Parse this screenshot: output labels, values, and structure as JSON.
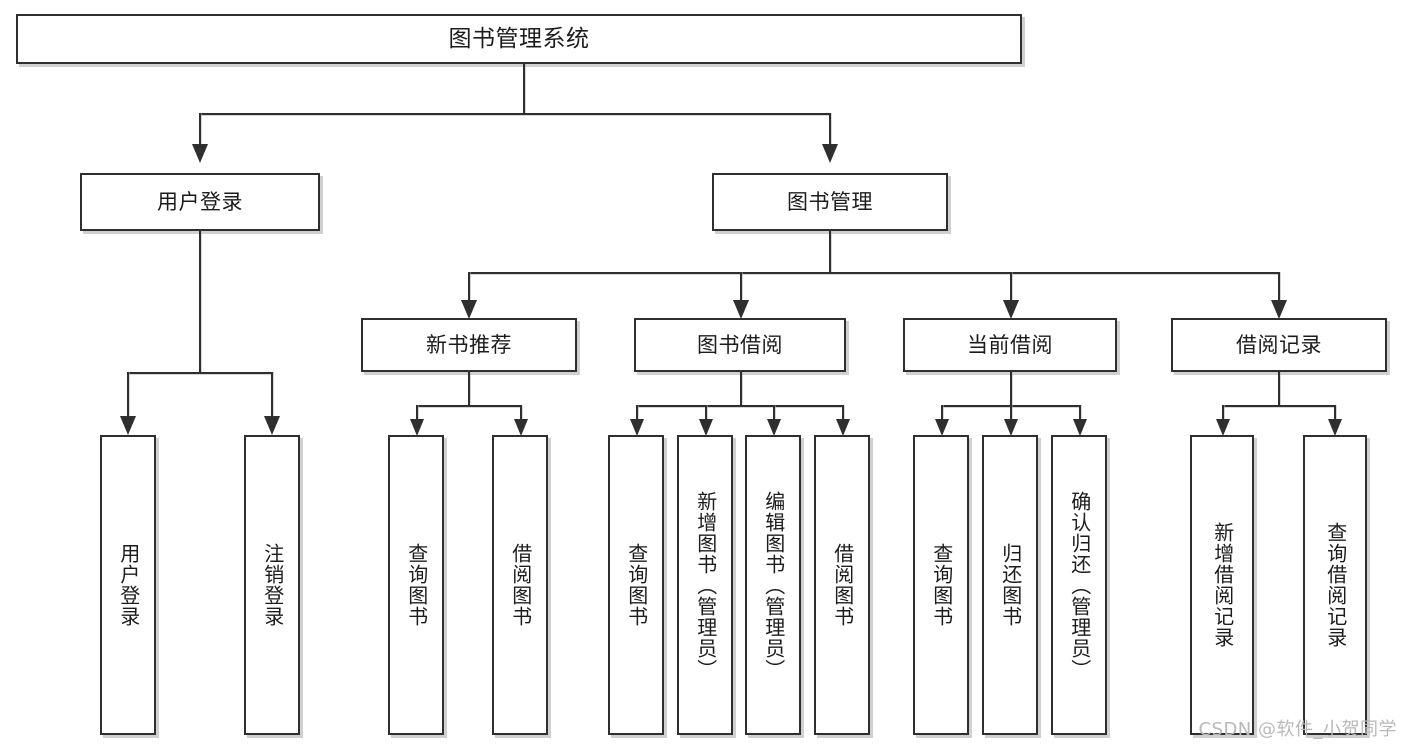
{
  "diagram": {
    "title": "图书管理系统",
    "watermark": "CSDN @软件_小贺同学",
    "style": {
      "box_border_color": "#2f2f2f",
      "box_fill_color": "#ffffff",
      "line_color": "#2f2f2f",
      "shadow_color": "#aaaaaa",
      "background_color": "#ffffff",
      "watermark_color": "#b9b9b9"
    }
  },
  "nodes": {
    "root": {
      "label": "图书管理系统"
    },
    "level1": [
      {
        "id": "user-login",
        "label": "用户登录"
      },
      {
        "id": "book-manage",
        "label": "图书管理"
      }
    ],
    "level2": [
      {
        "id": "new-book-recommend",
        "label": "新书推荐"
      },
      {
        "id": "book-borrow",
        "label": "图书借阅"
      },
      {
        "id": "current-borrow",
        "label": "当前借阅"
      },
      {
        "id": "borrow-record",
        "label": "借阅记录"
      }
    ],
    "leaves": {
      "user_login": [
        {
          "id": "leaf-user-login",
          "label": "用户登录"
        },
        {
          "id": "leaf-logout",
          "label": "注销登录"
        }
      ],
      "new_book_recommend": [
        {
          "id": "leaf-query-book-1",
          "label": "查询图书"
        },
        {
          "id": "leaf-borrow-book-1",
          "label": "借阅图书"
        }
      ],
      "book_borrow": [
        {
          "id": "leaf-query-book-2",
          "label": "查询图书"
        },
        {
          "id": "leaf-add-book",
          "label": "新增图书（管理员）"
        },
        {
          "id": "leaf-edit-book",
          "label": "编辑图书（管理员）"
        },
        {
          "id": "leaf-borrow-book-2",
          "label": "借阅图书"
        }
      ],
      "current_borrow": [
        {
          "id": "leaf-query-book-3",
          "label": "查询图书"
        },
        {
          "id": "leaf-return-book",
          "label": "归还图书"
        },
        {
          "id": "leaf-confirm-return",
          "label": "确认归还（管理员）"
        }
      ],
      "borrow_record": [
        {
          "id": "leaf-add-record",
          "label": "新增借阅记录"
        },
        {
          "id": "leaf-query-record",
          "label": "查询借阅记录"
        }
      ]
    }
  }
}
